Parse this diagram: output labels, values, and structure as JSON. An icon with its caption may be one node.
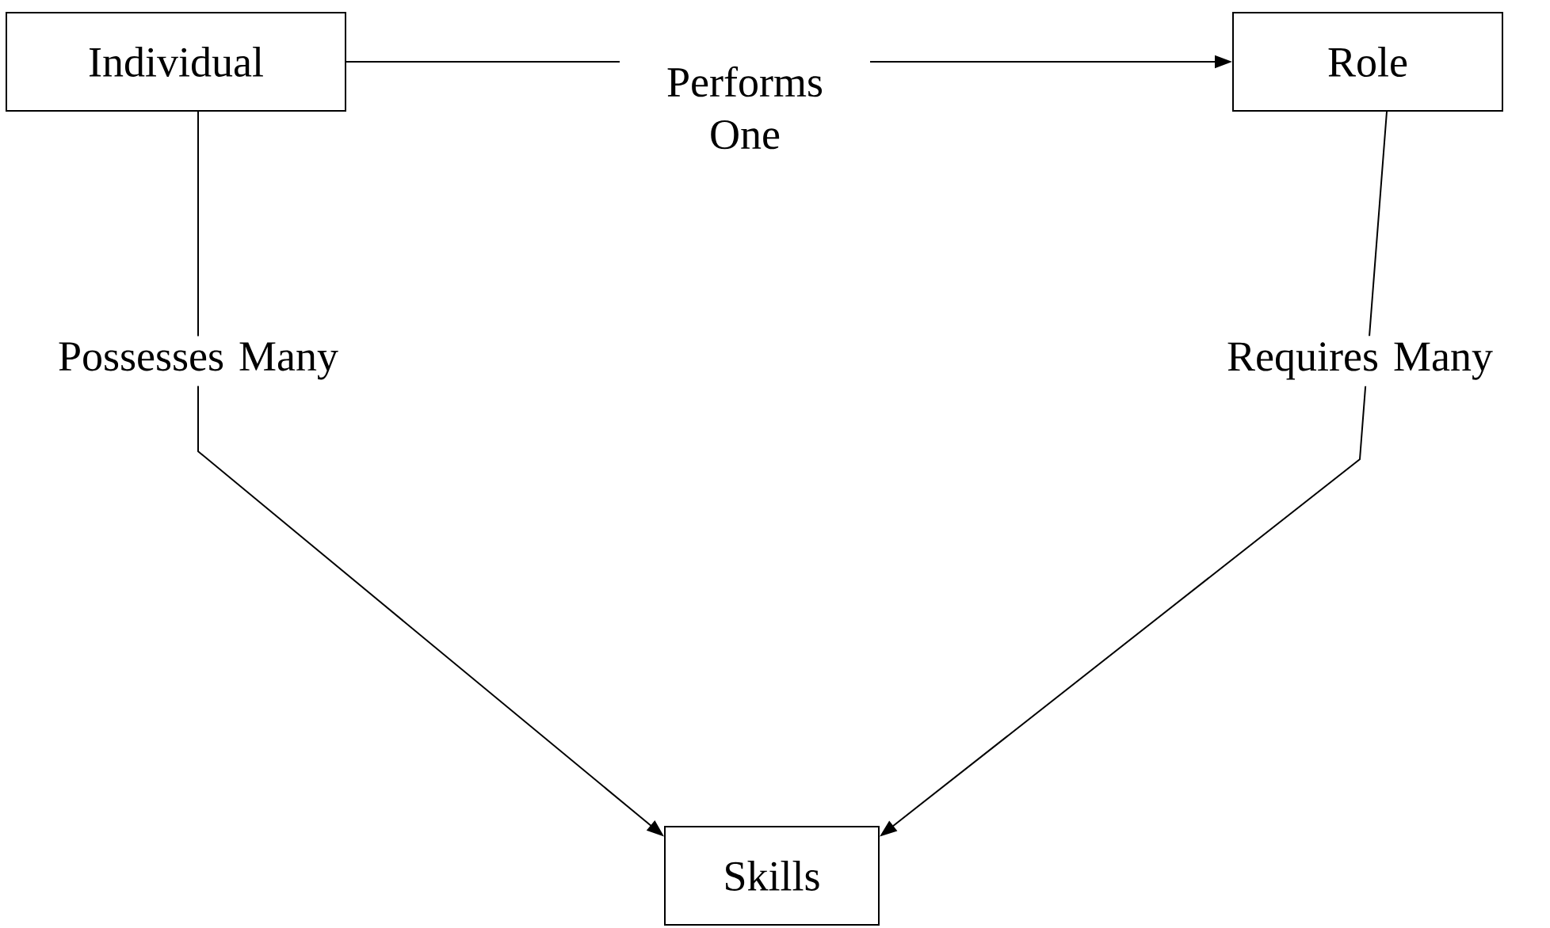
{
  "diagram": {
    "nodes": [
      {
        "text": [
          "Individual"
        ]
      },
      {
        "text": [
          "Role"
        ]
      },
      {
        "text": [
          "Skills"
        ]
      }
    ],
    "edges": [
      {
        "from": 0,
        "to": 1,
        "arrow": "to",
        "label": "Performs One"
      },
      {
        "from": 0,
        "to": 2,
        "arrow": "to",
        "label": "Possesses Many"
      },
      {
        "from": 1,
        "to": 2,
        "arrow": "to",
        "label": "Requires Many"
      }
    ]
  }
}
